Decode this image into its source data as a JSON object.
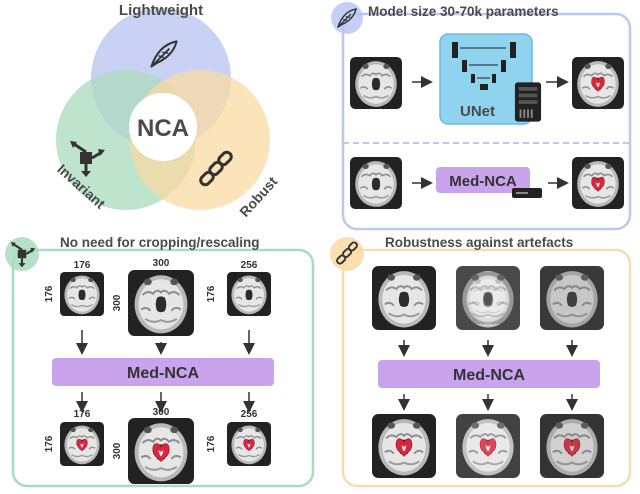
{
  "colors": {
    "lightweight": "#b7c3f2",
    "robust": "#f9d9a3",
    "invariant": "#a9dbbe",
    "nca_center": "#ffffff",
    "panel_blue_border": "#bcc8ee",
    "panel_green_border": "#a9dbbe",
    "panel_orange_border": "#f6dcb0",
    "mednca_fill": "#c9a3ec",
    "unet_fill": "#8fd3ef",
    "mask_red": "#d8263d"
  },
  "venn": {
    "lightweight": "Lightweight",
    "invariant": "Invariant",
    "robust": "Robust",
    "center": "NCA",
    "icons": [
      "feather-icon",
      "transform-arrows-icon",
      "chain-icon"
    ]
  },
  "model_size": {
    "title": "Model size 30-70k parameters",
    "unet_label": "UNet",
    "mednca_label": "Med-NCA"
  },
  "cropping": {
    "title": "No need for cropping/rescaling",
    "mednca_label": "Med-NCA",
    "input_dims": [
      {
        "width": "176",
        "height": "176"
      },
      {
        "width": "300",
        "height": "300"
      },
      {
        "width": "256",
        "height": "176"
      }
    ],
    "output_dims": [
      {
        "width": "176",
        "height": "176"
      },
      {
        "width": "300",
        "height": "300"
      },
      {
        "width": "256",
        "height": "176"
      }
    ]
  },
  "robustness": {
    "title": "Robustness against artefacts",
    "mednca_label": "Med-NCA",
    "artefacts": [
      "none",
      "ghosting",
      "noise"
    ]
  }
}
